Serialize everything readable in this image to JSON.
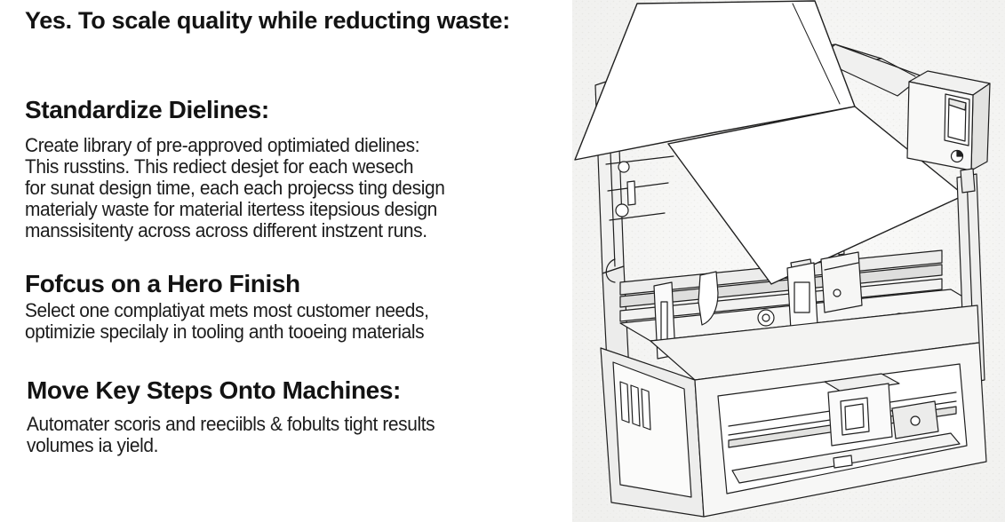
{
  "page": {
    "background_color": "#ffffff",
    "text_color": "#131313"
  },
  "title": "Yes. To scale quality while reducting waste:",
  "sections": [
    {
      "heading": "Standardize Dielines:",
      "lines": [
        "Create library of pre-approved optimiated dielines:",
        "This russtins. This rediect desjet for each wesech",
        "for sunat design time, each each projecss ting design",
        "materialy waste for material itertess itepsious design",
        "manssisitenty across across different instzent runs."
      ]
    },
    {
      "heading": "Fofcus on a Hero Finish",
      "lines": [
        "Select one complatiyat mets most customer needs,",
        "optimizie specilaly in tooling anth tooeing materials"
      ]
    },
    {
      "heading": "Move Key Steps Onto Machines:",
      "lines": [
        "Automater scoris and reeciibls & fobults tight results",
        "volumes ia yield."
      ]
    }
  ],
  "illustration": {
    "name": "die-cutting-machine-line-drawing",
    "line_color": "#1f1f1f",
    "paper_color": "#ffffff",
    "shade_color": "#ededec"
  }
}
